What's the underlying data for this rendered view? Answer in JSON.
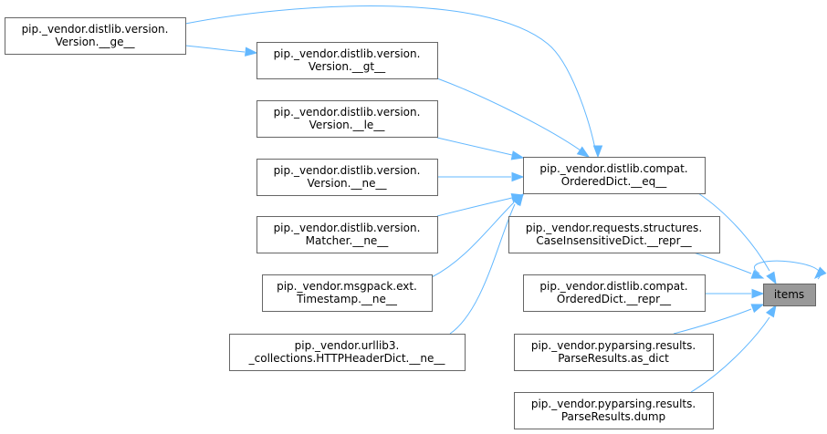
{
  "graph": {
    "nodes": {
      "items": {
        "lines": [
          "items"
        ],
        "clickable": false
      },
      "od_eq": {
        "lines": [
          "pip._vendor.distlib.compat.",
          "OrderedDict.__eq__"
        ],
        "clickable": true
      },
      "version_ge": {
        "lines": [
          "pip._vendor.distlib.version.",
          "Version.__ge__"
        ],
        "clickable": true
      },
      "version_gt": {
        "lines": [
          "pip._vendor.distlib.version.",
          "Version.__gt__"
        ],
        "clickable": true
      },
      "version_le": {
        "lines": [
          "pip._vendor.distlib.version.",
          "Version.__le__"
        ],
        "clickable": true
      },
      "version_ne": {
        "lines": [
          "pip._vendor.distlib.version.",
          "Version.__ne__"
        ],
        "clickable": true
      },
      "matcher_ne": {
        "lines": [
          "pip._vendor.distlib.version.",
          "Matcher.__ne__"
        ],
        "clickable": true
      },
      "timestamp_ne": {
        "lines": [
          "pip._vendor.msgpack.ext.",
          "Timestamp.__ne__"
        ],
        "clickable": true
      },
      "httpheader_ne": {
        "lines": [
          "pip._vendor.urllib3.",
          "_collections.HTTPHeaderDict.__ne__"
        ],
        "clickable": true
      },
      "cid_repr": {
        "lines": [
          "pip._vendor.requests.structures.",
          "CaseInsensitiveDict.__repr__"
        ],
        "clickable": true
      },
      "od_repr": {
        "lines": [
          "pip._vendor.distlib.compat.",
          "OrderedDict.__repr__"
        ],
        "clickable": true
      },
      "pr_as_dict": {
        "lines": [
          "pip._vendor.pyparsing.results.",
          "ParseResults.as_dict"
        ],
        "clickable": true
      },
      "pr_dump": {
        "lines": [
          "pip._vendor.pyparsing.results.",
          "ParseResults.dump"
        ],
        "clickable": true
      }
    },
    "edges": [
      {
        "from": "version_ge",
        "to": "od_eq"
      },
      {
        "from": "version_ge",
        "to": "version_gt"
      },
      {
        "from": "version_gt",
        "to": "od_eq"
      },
      {
        "from": "version_le",
        "to": "od_eq"
      },
      {
        "from": "version_ne",
        "to": "od_eq"
      },
      {
        "from": "matcher_ne",
        "to": "od_eq"
      },
      {
        "from": "timestamp_ne",
        "to": "od_eq"
      },
      {
        "from": "httpheader_ne",
        "to": "od_eq"
      },
      {
        "from": "od_eq",
        "to": "items"
      },
      {
        "from": "cid_repr",
        "to": "items"
      },
      {
        "from": "od_repr",
        "to": "items"
      },
      {
        "from": "pr_as_dict",
        "to": "items"
      },
      {
        "from": "pr_dump",
        "to": "items"
      },
      {
        "from": "items",
        "to": "items"
      }
    ],
    "colors": {
      "edge": "#63b8ff",
      "node_border": "#666666",
      "highlight_fill": "#999999"
    }
  }
}
